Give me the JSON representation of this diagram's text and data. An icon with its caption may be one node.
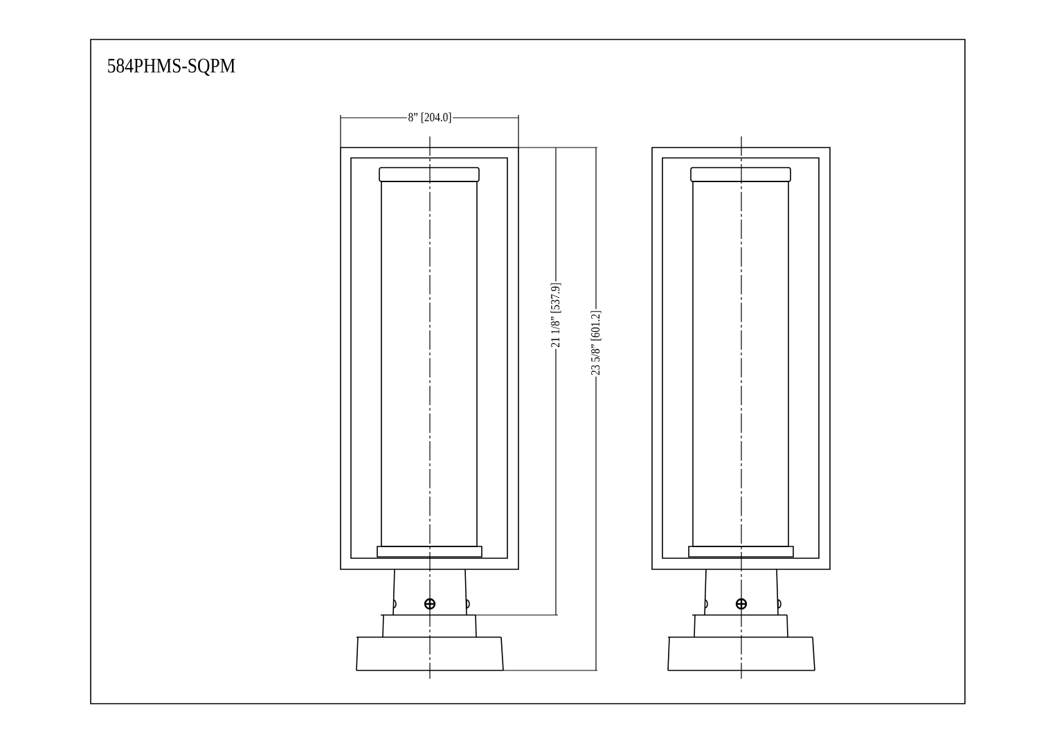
{
  "diagram": {
    "title": "584PHMS-SQPM",
    "labels": [
      "8” [204.0]",
      "21 1/8” [537.9]",
      "23 5/8” [601.2]"
    ]
  }
}
